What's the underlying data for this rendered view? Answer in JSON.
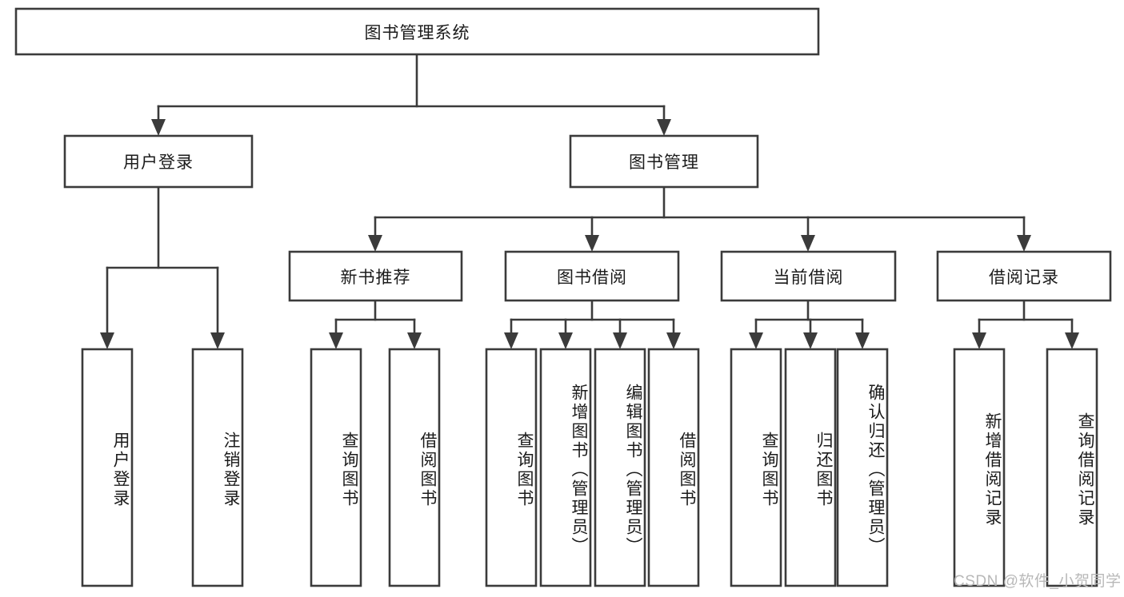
{
  "diagram": {
    "type": "tree",
    "title": "图书管理系统",
    "root": {
      "label": "图书管理系统"
    },
    "level2": [
      {
        "label": "用户登录"
      },
      {
        "label": "图书管理"
      }
    ],
    "level3": [
      {
        "label": "新书推荐"
      },
      {
        "label": "图书借阅"
      },
      {
        "label": "当前借阅"
      },
      {
        "label": "借阅记录"
      }
    ],
    "leaves": {
      "user_login": [
        {
          "label": "用户登录"
        },
        {
          "label": "注销登录"
        }
      ],
      "new_book_recommend": [
        {
          "label": "查询图书"
        },
        {
          "label": "借阅图书"
        }
      ],
      "book_borrow": [
        {
          "label": "查询图书"
        },
        {
          "label": "新增图书（管理员）"
        },
        {
          "label": "编辑图书（管理员）"
        },
        {
          "label": "借阅图书"
        }
      ],
      "current_borrow": [
        {
          "label": "查询图书"
        },
        {
          "label": "归还图书"
        },
        {
          "label": "确认归还（管理员）"
        }
      ],
      "borrow_record": [
        {
          "label": "新增借阅记录"
        },
        {
          "label": "查询借阅记录"
        }
      ]
    }
  },
  "watermark": {
    "text": "CSDN @软件_小贺同学"
  },
  "colors": {
    "background": "#ffffff",
    "stroke": "#3b3b3b",
    "text": "#1b1b1b",
    "watermark": "#b8b8b8"
  }
}
